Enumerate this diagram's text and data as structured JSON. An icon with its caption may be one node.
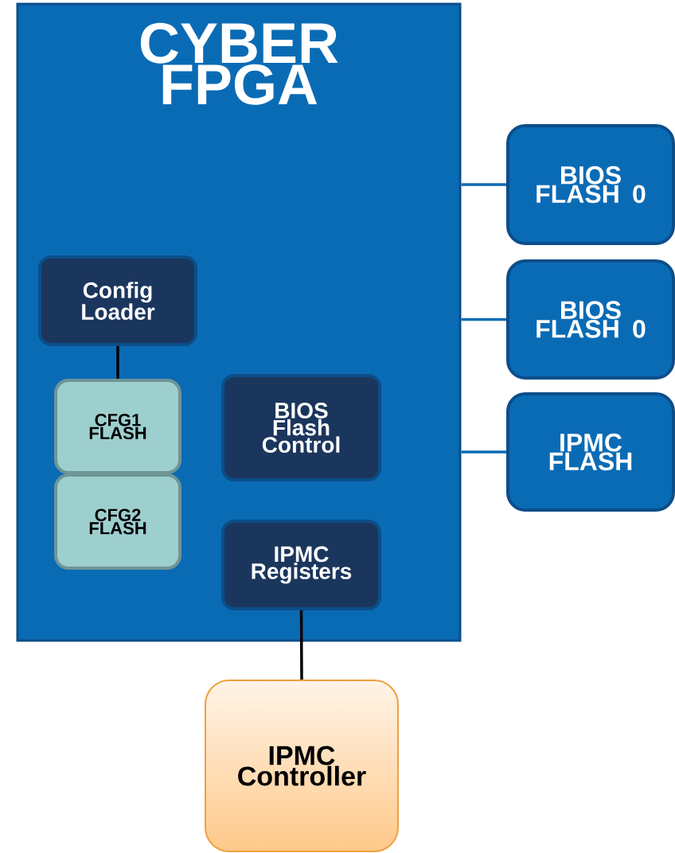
{
  "diagram": {
    "nodes": [
      {
        "text": [
          "CYBER FPGA"
        ]
      },
      {
        "text": [
          "Config Loader"
        ],
        "in": 0
      },
      {
        "text": [
          "CFG1 FLASH"
        ],
        "in": 0
      },
      {
        "text": [
          "CFG2 FLASH"
        ],
        "in": 0
      },
      {
        "text": [
          "BIOS Flash Control"
        ],
        "in": 0
      },
      {
        "text": [
          "IPMC Registers"
        ],
        "in": 0
      },
      {
        "text": [
          "BIOS FLASH 0"
        ]
      },
      {
        "text": [
          "BIOS FLASH 0"
        ]
      },
      {
        "text": [
          "IPMC FLASH"
        ]
      },
      {
        "text": [
          "IPMC Controller"
        ]
      }
    ],
    "edges": [
      {
        "from": 1,
        "to": 2,
        "arrow": "none",
        "color": "#000000"
      },
      {
        "from": 0,
        "to": 6,
        "arrow": "none"
      },
      {
        "from": 0,
        "to": 7,
        "arrow": "none"
      },
      {
        "from": 0,
        "to": 8,
        "arrow": "none"
      },
      {
        "from": 5,
        "to": 9,
        "arrow": "none",
        "color": "#000000"
      }
    ]
  }
}
